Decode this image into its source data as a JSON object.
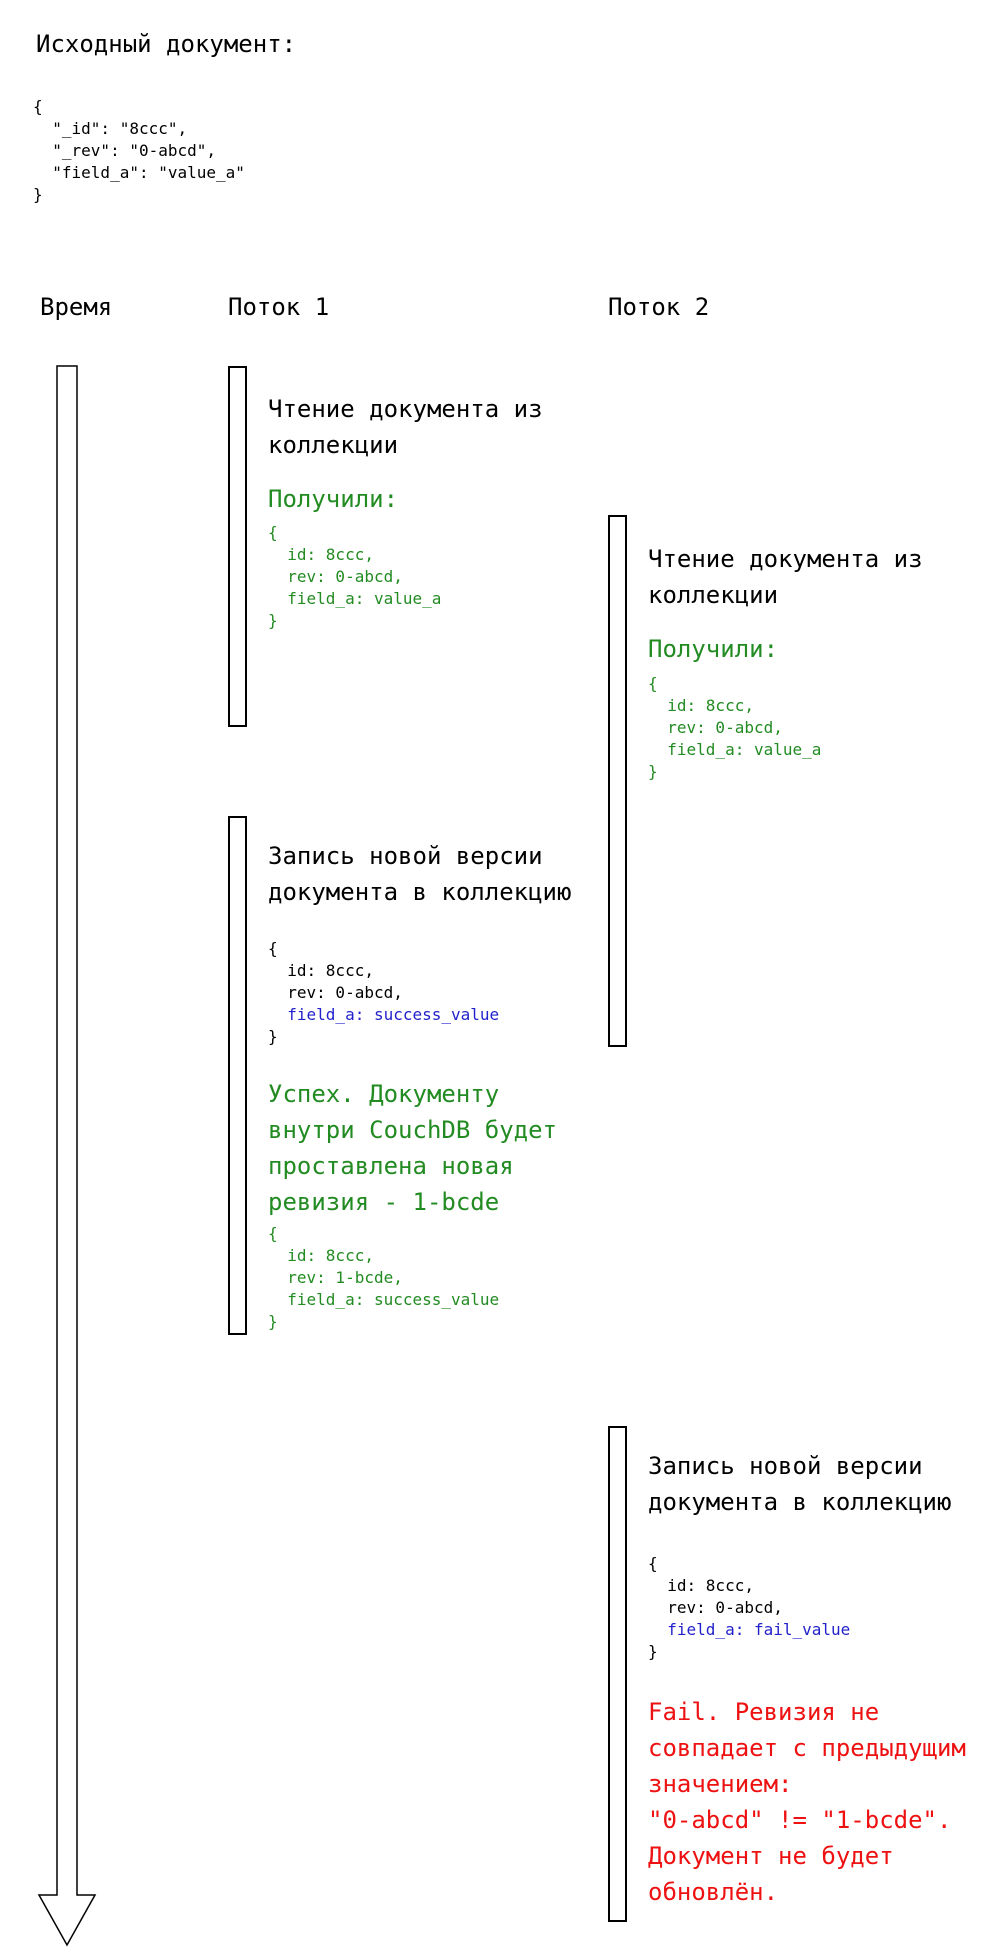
{
  "page": {
    "title": "Исходный документ:",
    "initial_doc": "{\n  \"_id\": \"8ccc\",\n  \"_rev\": \"0-abcd\",\n  \"field_a\": \"value_a\"\n}"
  },
  "colors": {
    "text": "#000000",
    "success_green": "#228B22",
    "written_value_blue": "#2222cc",
    "fail_red": "#ee1111"
  },
  "columns": {
    "time_label": "Время",
    "thread1_label": "Поток 1",
    "thread2_label": "Поток 2"
  },
  "blocks": {
    "t1_read": {
      "action": "Чтение документа из\nколлекции",
      "result_label": "Получили:",
      "result_json": "{\n  id: 8ccc,\n  rev: 0-abcd,\n  field_a: value_a\n}"
    },
    "t2_read": {
      "action": "Чтение документа из\nколлекции",
      "result_label": "Получили:",
      "result_json": "{\n  id: 8ccc,\n  rev: 0-abcd,\n  field_a: value_a\n}"
    },
    "t1_write": {
      "action": "Запись новой версии\nдокумента в коллекцию",
      "request_json_head": "{\n  id: 8ccc,\n  rev: 0-abcd,",
      "request_json_field": "  field_a: success_value",
      "request_json_tail": "}",
      "success_text": "Успех. Документу\nвнутри CouchDB будет\nпроставлена новая\nревизия - 1-bcde",
      "result_json": "{\n  id: 8ccc,\n  rev: 1-bcde,\n  field_a: success_value\n}"
    },
    "t2_write": {
      "action": "Запись новой версии\nдокумента в коллекцию",
      "request_json_head": "{\n  id: 8ccc,\n  rev: 0-abcd,",
      "request_json_field": "  field_a: fail_value",
      "request_json_tail": "}",
      "fail_text": "Fail. Ревизия не\nсовпадает с предыдущим\nзначением:\n\"0-abcd\" != \"1-bcde\".\nДокумент не будет\nобновлён."
    }
  }
}
